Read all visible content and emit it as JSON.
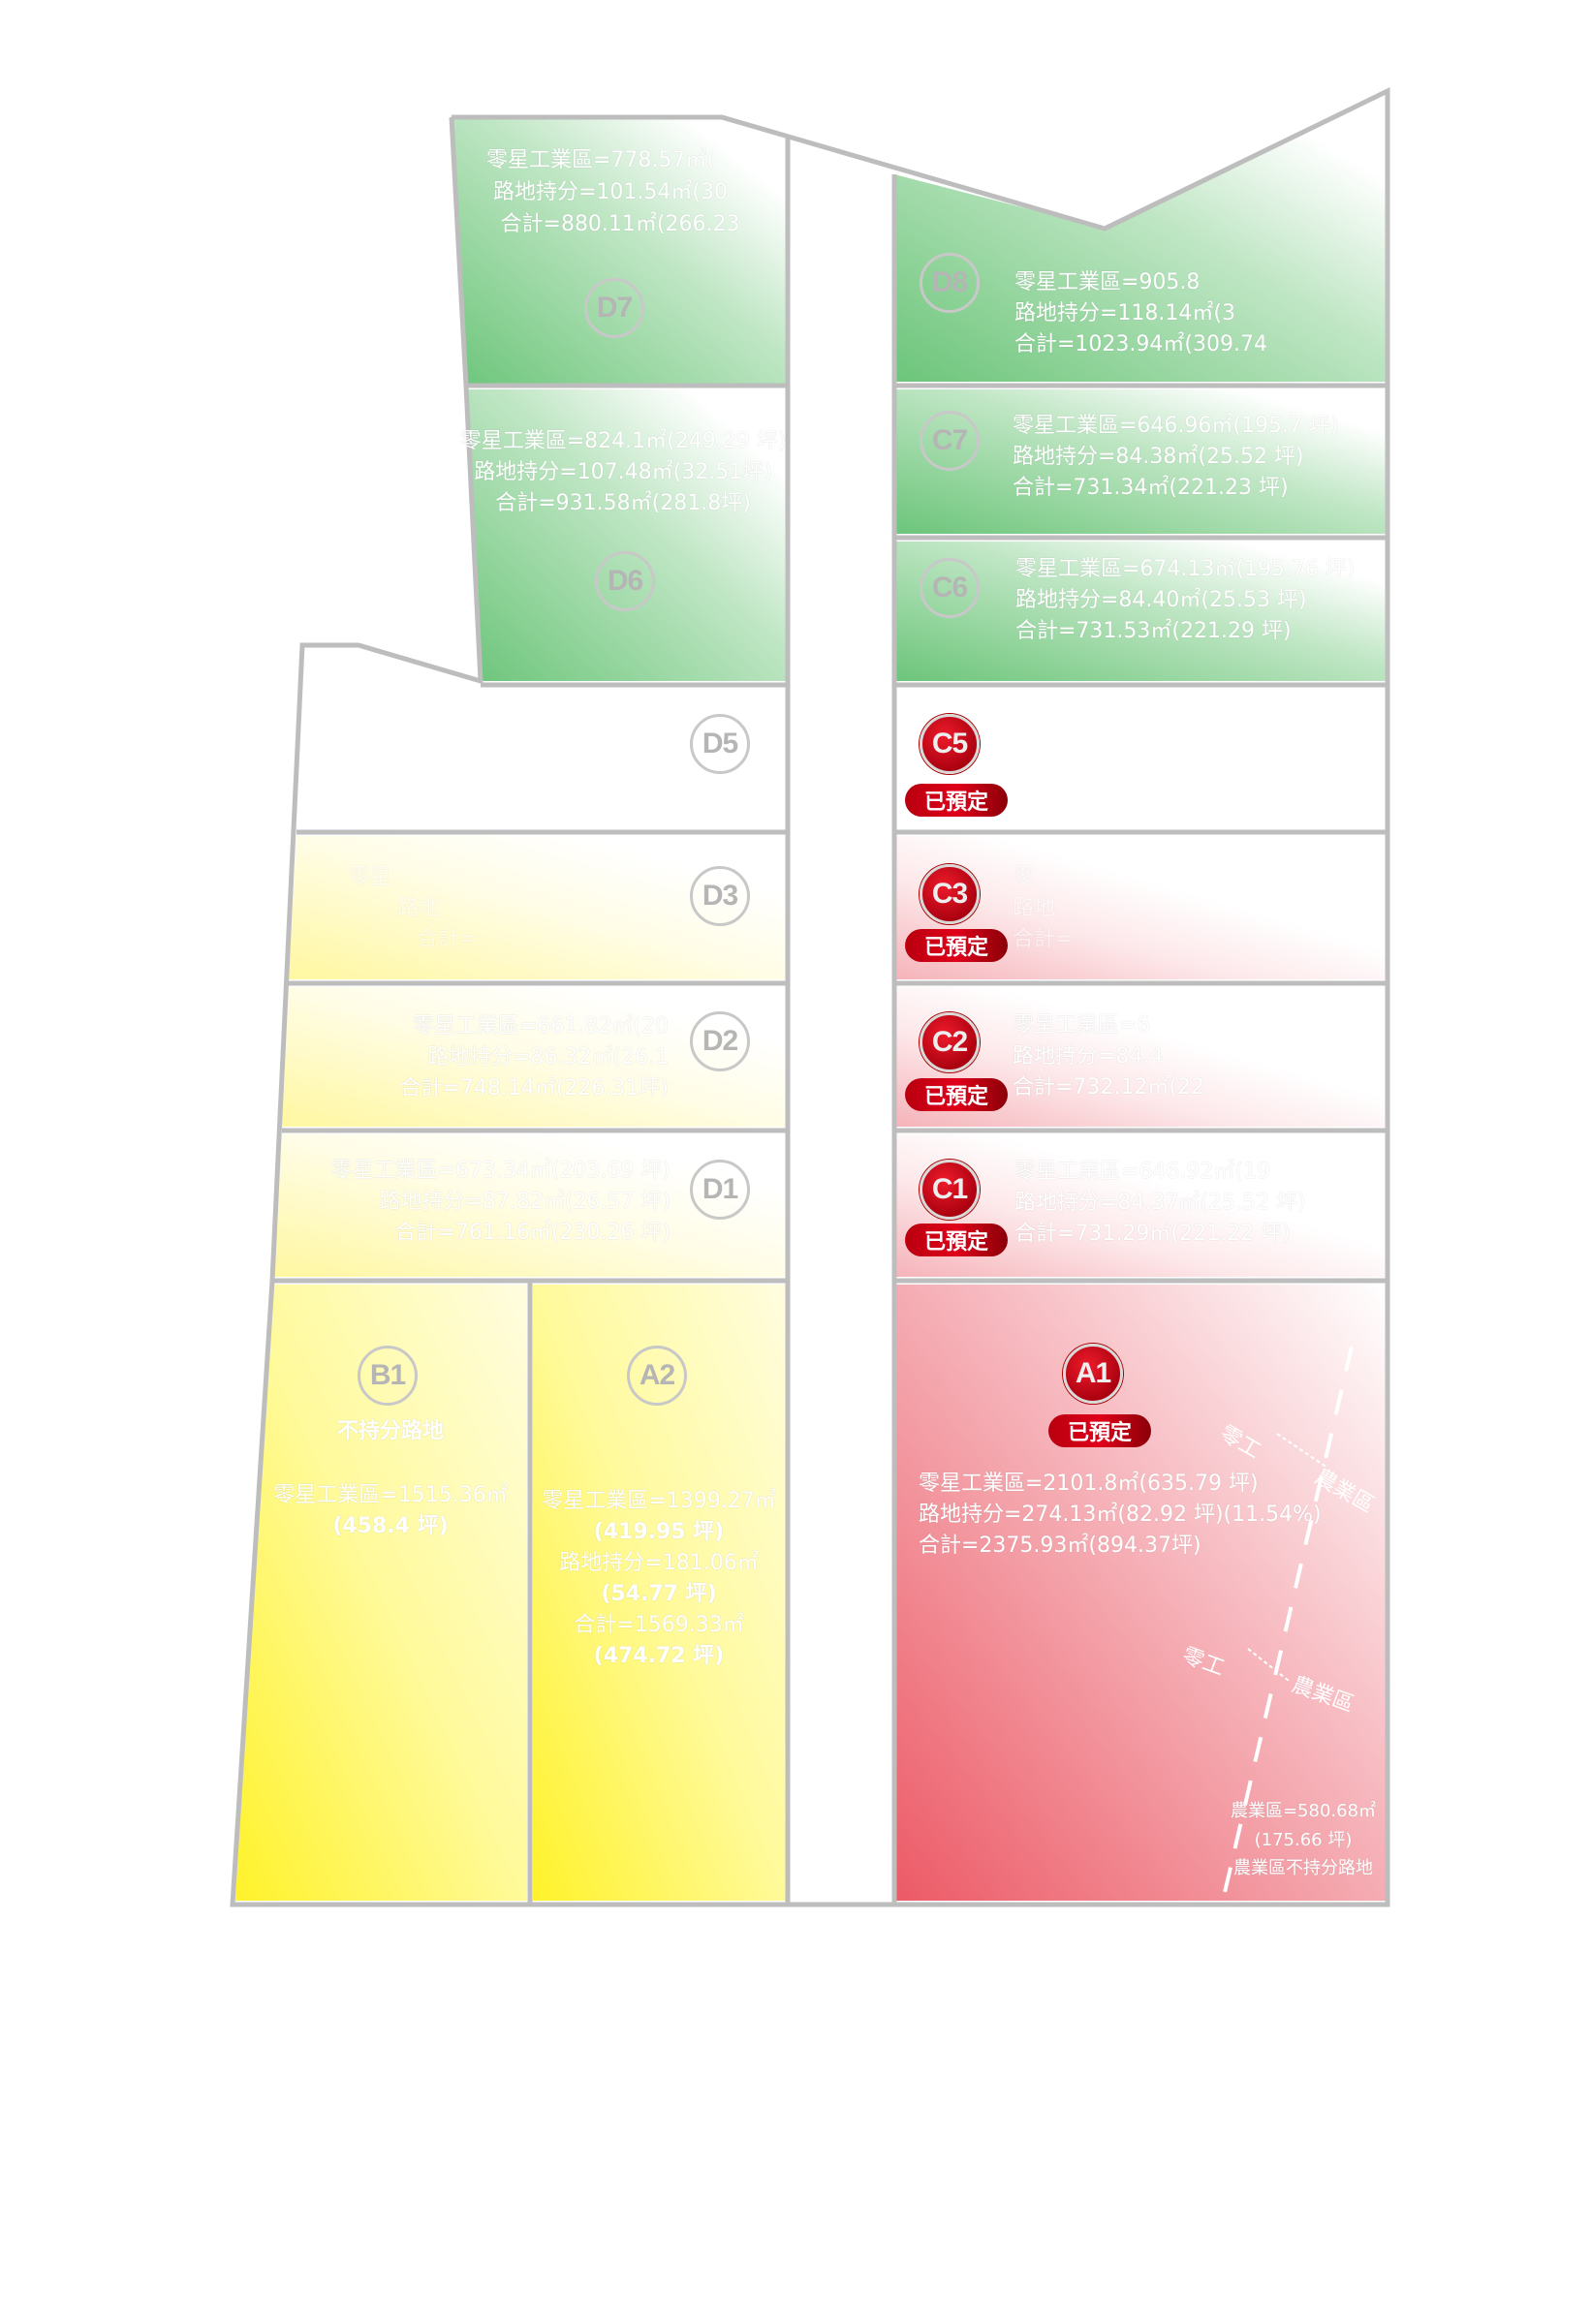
{
  "reserved_label": "已預定",
  "lots": {
    "D7": {
      "id": "D7",
      "lines": [
        "零星工業區=778.57㎡(",
        "路地持分=101.54㎡(30",
        "合計=880.11㎡(266.23"
      ]
    },
    "D6": {
      "id": "D6",
      "lines": [
        "零星工業區=824.1㎡(249.29 坪)",
        "路地持分=107.48㎡(32.51坪)",
        "合計=931.58㎡(281.8坪)"
      ]
    },
    "D8": {
      "id": "D8",
      "lines": [
        "零星工業區=905.8",
        "路地持分=118.14㎡(3",
        "合計=1023.94㎡(309.74"
      ]
    },
    "C7": {
      "id": "C7",
      "lines": [
        "零星工業區=646.96㎡(195.7 坪)",
        "路地持分=84.38㎡(25.52 坪)",
        "合計=731.34㎡(221.23 坪)"
      ]
    },
    "C6": {
      "id": "C6",
      "lines": [
        "零星工業區=674.13㎡(195.76 坪)",
        "路地持分=84.40㎡(25.53 坪)",
        "合計=731.53㎡(221.29 坪)"
      ]
    },
    "C5": {
      "id": "C5"
    },
    "C3": {
      "id": "C3",
      "lines": [
        "零",
        "路地",
        "合計="
      ]
    },
    "C2": {
      "id": "C2",
      "lines": [
        "零星工業區=6",
        "路地持分=84.4",
        "合計=732.12㎡(22"
      ]
    },
    "C1": {
      "id": "C1",
      "lines": [
        "零星工業區=646.92㎡(19",
        "路地持分=84.37㎡(25.52 坪)",
        "合計=731.29㎡(221.22 坪)"
      ]
    },
    "D5": {
      "id": "D5"
    },
    "D3": {
      "id": "D3",
      "lines": [
        "零星",
        "路地",
        "合計="
      ]
    },
    "D2": {
      "id": "D2",
      "lines": [
        "零星工業區=661.82㎡(20",
        "路地持分=86.32㎡(26.1",
        "合計=748.14㎡(226.31坪)"
      ]
    },
    "D1": {
      "id": "D1",
      "lines": [
        "零星工業區=673.34㎡(203.69 坪)",
        "路地持分=87.82㎡(26.57 坪)",
        "合計=761.16㎡(230.26 坪)"
      ]
    },
    "B1": {
      "id": "B1",
      "note": "不持分路地",
      "lines": [
        "零星工業區=1515.36㎡",
        "(458.4 坪)"
      ]
    },
    "A2": {
      "id": "A2",
      "lines": [
        "零星工業區=1399.27㎡",
        "(419.95 坪)",
        "路地持分=181.06㎡",
        "(54.77 坪)",
        "合計=1569.33㎡",
        "(474.72 坪)"
      ]
    },
    "A1": {
      "id": "A1",
      "lines": [
        "零星工業區=2101.8㎡(635.79 坪)",
        "路地持分=274.13㎡(82.92 坪)(11.54%)",
        "合計=2375.93㎡(894.37坪)"
      ]
    }
  },
  "zone_boundary": {
    "arrow_left": "零工",
    "arrow_right": "農業區",
    "ag_area": "農業區=580.68㎡",
    "ag_ping": "(175.66 坪)",
    "ag_note": "農業區不持分路地"
  },
  "colors": {
    "green": "#6cc57a",
    "yellow": "#fff22a",
    "red": "#ec5a66",
    "reserved": "#d0001a",
    "silver": "#c0c0c0"
  }
}
